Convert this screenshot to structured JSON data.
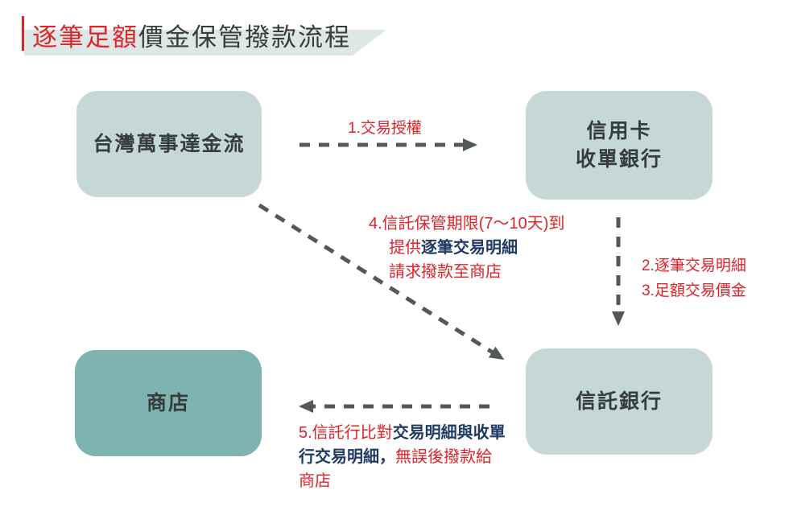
{
  "title": {
    "highlight": "逐筆足額",
    "rest": "價金保管撥款流程"
  },
  "nodes": {
    "payment_gateway": "台灣萬事達金流",
    "acquiring_bank_line1": "信用卡",
    "acquiring_bank_line2": "收單銀行",
    "merchant": "商店",
    "trust_bank": "信託銀行"
  },
  "steps": {
    "step1": "1.交易授權",
    "step2": "2.逐筆交易明細",
    "step3": "3.足額交易價金",
    "step4_line1": "4.信託保管期限(7～10天)到",
    "step4_line2_red": "提供",
    "step4_line2_navy": "逐筆交易明細",
    "step4_line3": "請求撥款至商店",
    "step5_line1_red": "5.信託行比對",
    "step5_line1_navy": "交易明細與收單",
    "step5_line2_navy": "行交易明細，",
    "step5_line2_red": "無誤後撥款給",
    "step5_line3": "商店"
  },
  "colors": {
    "accent_red": "#de2329",
    "navy": "#1f3a63",
    "teal_light": "#c6d8d5",
    "teal_dark": "#7db4b2",
    "arrow_gray": "#53585a",
    "title_band": "#dde8e6",
    "text_dark": "#373c3d"
  }
}
